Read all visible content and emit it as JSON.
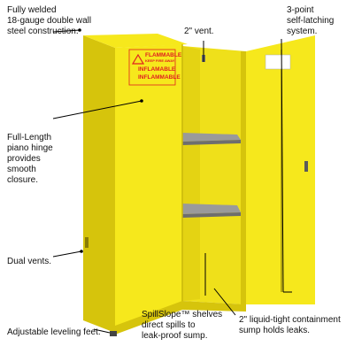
{
  "image": {
    "subject": "yellow-flammable-storage-cabinet",
    "cabinet_color": "#f6e81c",
    "cabinet_shadow": "#d6c40c",
    "interior_color": "#efe01a",
    "shelf_color": "#9a9a9a",
    "warning_color": "#e02020",
    "callout_line_color": "#000000"
  },
  "warning_label": {
    "line1": "FLAMMABLE",
    "line2": "KEEP FIRE AWAY",
    "line3": "INFLAMABLE",
    "line4": "INFLAMMABLE"
  },
  "callouts": {
    "welded": "Fully welded\n18-gauge double wall\nsteel construction.",
    "vent": "2\" vent.",
    "latch": "3-point\nself-latching\nsystem.",
    "hinge": "Full-Length\npiano hinge\nprovides\nsmooth\nclosure.",
    "dual_vents": "Dual vents.",
    "feet": "Adjustable leveling feet.",
    "shelves": "SpillSlope™ shelves\ndirect spills to\nleak-proof sump.",
    "sump": "2\" liquid-tight containment\nsump holds leaks."
  }
}
